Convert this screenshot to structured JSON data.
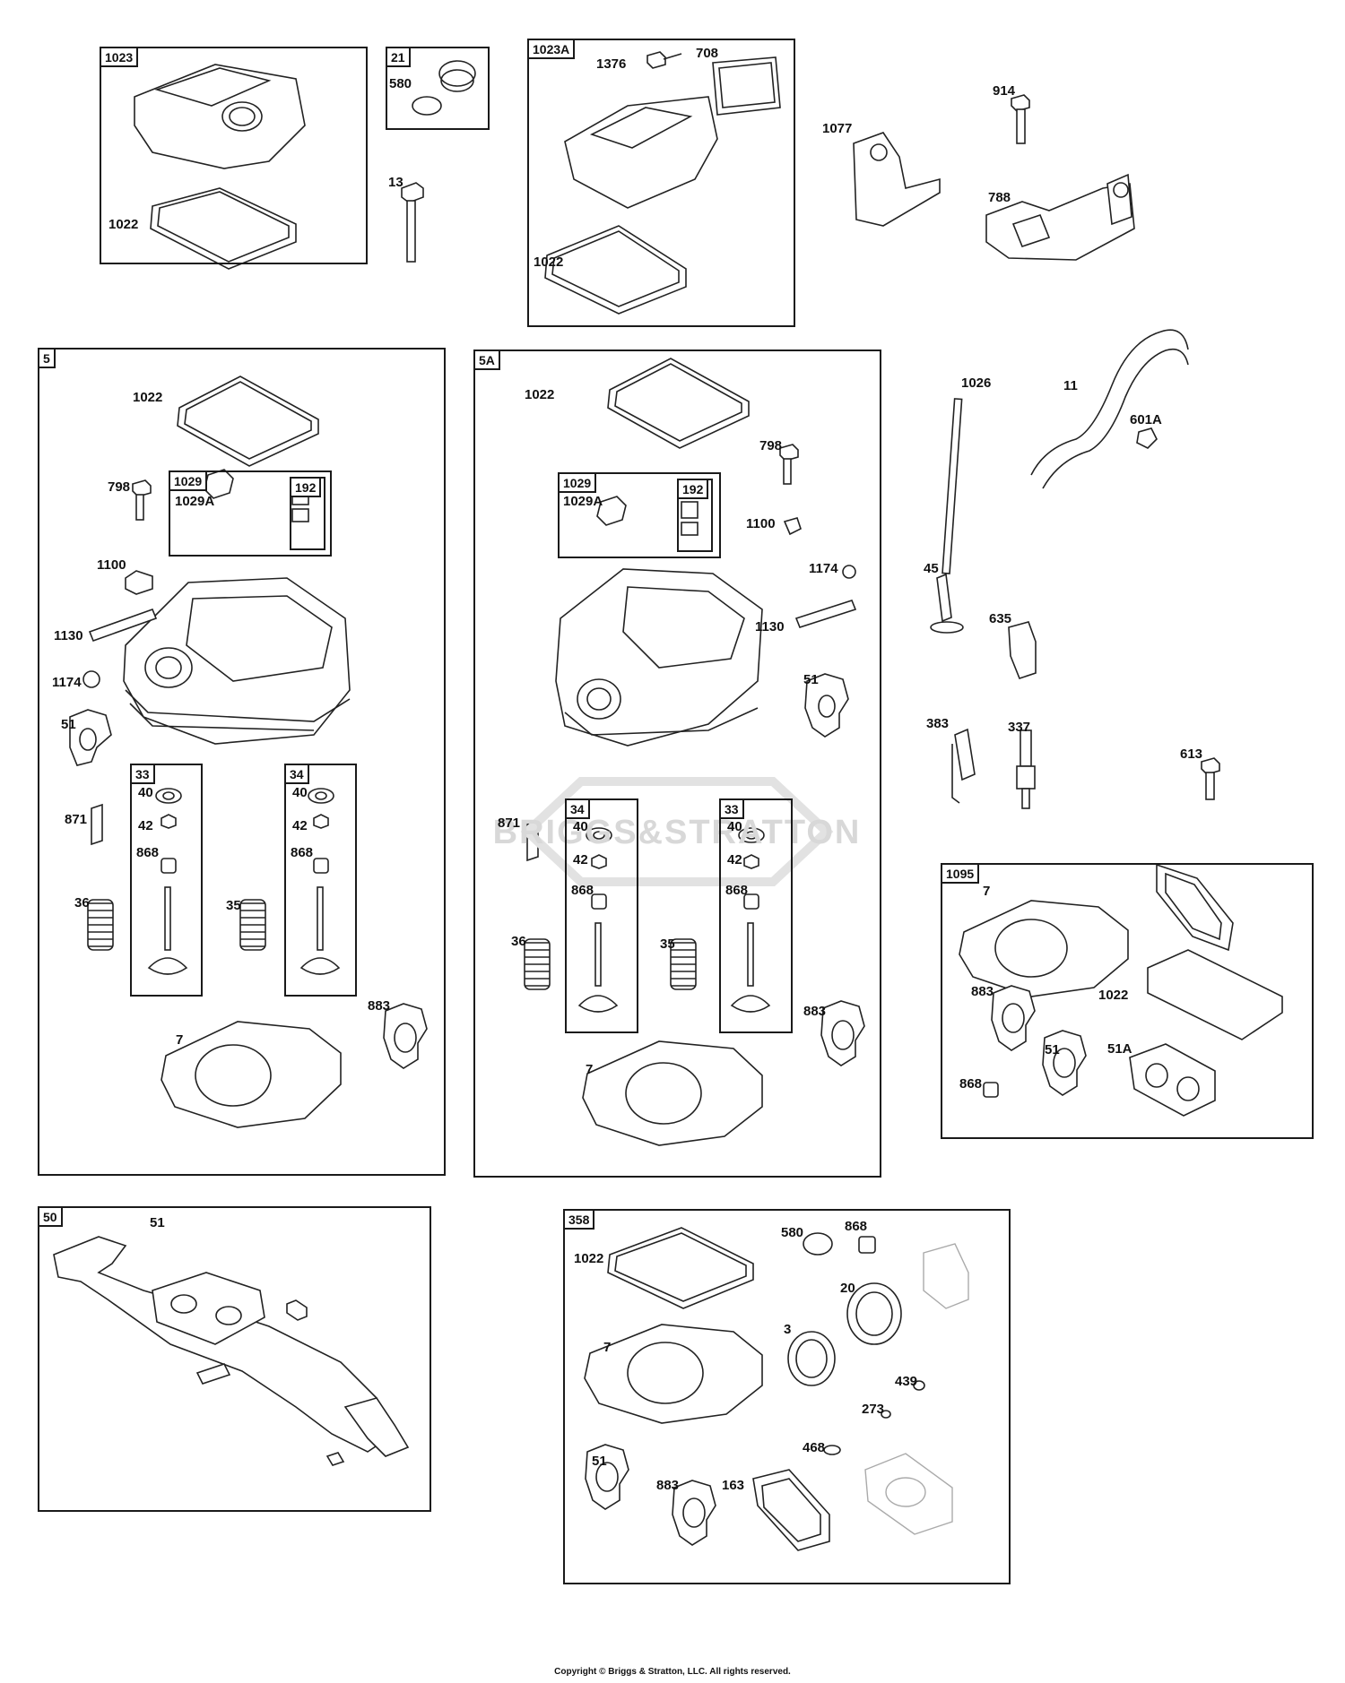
{
  "boxes": {
    "b1023": "1023",
    "b21": "21",
    "b1023a": "1023A",
    "b5": "5",
    "b5a": "5A",
    "b1029_left": "1029",
    "b192_left": "192",
    "b1029_right": "1029",
    "b192_right": "192",
    "b33_left": "33",
    "b34_left": "34",
    "b34_right": "34",
    "b33_right": "33",
    "b1095": "1095",
    "b50": "50",
    "b358": "358"
  },
  "labels": {
    "l1022_a": "1022",
    "l580_a": "580",
    "l13": "13",
    "l1376": "1376",
    "l708": "708",
    "l1022_b": "1022",
    "l914": "914",
    "l1077": "1077",
    "l788": "788",
    "l1022_c": "1022",
    "l798_a": "798",
    "l1029a_a": "1029A",
    "l1100_a": "1100",
    "l1130_a": "1130",
    "l1174_a": "1174",
    "l51_a": "51",
    "l871_a": "871",
    "l40_a": "40",
    "l42_a": "42",
    "l868_a": "868",
    "l40_b": "40",
    "l42_b": "42",
    "l868_b": "868",
    "l36_a": "36",
    "l35_a": "35",
    "l883_a": "883",
    "l7_a": "7",
    "l1022_d": "1022",
    "l798_b": "798",
    "l1029a_b": "1029A",
    "l1100_b": "1100",
    "l1174_b": "1174",
    "l1130_b": "1130",
    "l51_b": "51",
    "l871_b": "871",
    "l40_c": "40",
    "l42_c": "42",
    "l868_c": "868",
    "l40_d": "40",
    "l42_d": "42",
    "l868_d": "868",
    "l36_b": "36",
    "l35_b": "35",
    "l883_b": "883",
    "l7_b": "7",
    "l1026": "1026",
    "l11": "11",
    "l601a": "601A",
    "l45": "45",
    "l635": "635",
    "l383": "383",
    "l337": "337",
    "l613": "613",
    "l7_c": "7",
    "l883_c": "883",
    "l1022_e": "1022",
    "l51_c": "51",
    "l51a": "51A",
    "l868_e": "868",
    "l51_d": "51",
    "l1022_f": "1022",
    "l580_b": "580",
    "l868_f": "868",
    "l20": "20",
    "l3": "3",
    "l7_d": "7",
    "l439": "439",
    "l273": "273",
    "l468": "468",
    "l51_e": "51",
    "l883_d": "883",
    "l163": "163"
  },
  "watermark": "BRIGGS&STRATTON",
  "copyright": "Copyright © Briggs & Stratton, LLC. All rights reserved."
}
